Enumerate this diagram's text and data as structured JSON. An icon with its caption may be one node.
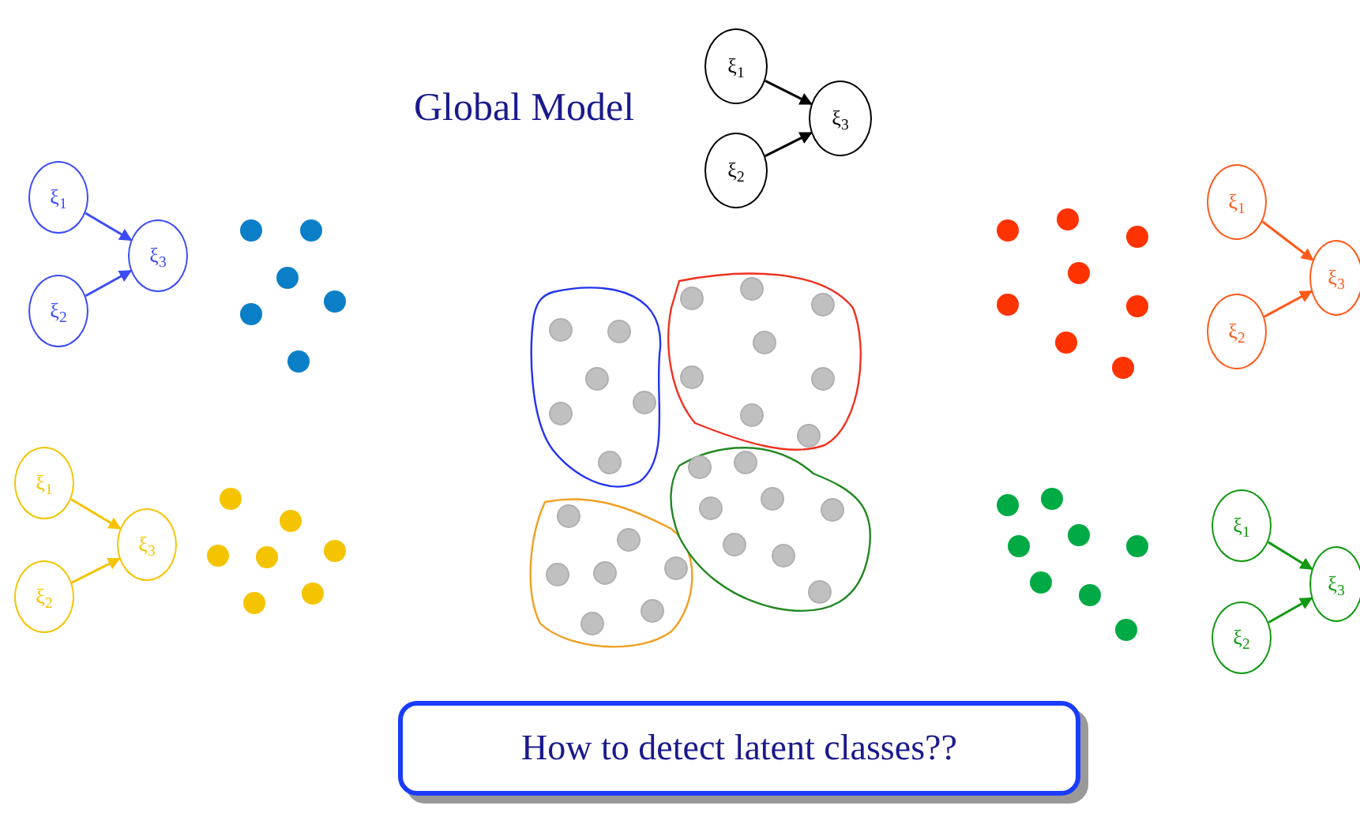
{
  "diagram": {
    "nodes": [
      {
        "text": [
          "ξ$_{1}$"
        ]
      },
      {
        "text": [
          "ξ$_{2}$"
        ]
      },
      {
        "text": [
          "ξ$_{3}$"
        ]
      },
      {
        "text": [
          "ξ$_{1}$"
        ]
      },
      {
        "text": [
          "ξ$_{2}$"
        ]
      },
      {
        "text": [
          "ξ$_{3}$"
        ]
      },
      {
        "text": [
          "ξ$_{1}$"
        ]
      },
      {
        "text": [
          "ξ$_{2}$"
        ]
      },
      {
        "text": [
          "ξ$_{3}$"
        ]
      },
      {
        "text": [
          "ξ$_{1}$"
        ]
      },
      {
        "text": [
          "ξ$_{2}$"
        ]
      },
      {
        "text": [
          "ξ$_{3}$"
        ]
      },
      {
        "text": [
          "ξ$_{1}$"
        ]
      },
      {
        "text": [
          "ξ$_{2}$"
        ]
      },
      {
        "text": [
          "ξ$_{3}$"
        ]
      },
      {
        "text": [
          "How to detect latent classes??"
        ]
      }
    ],
    "edges": [
      {
        "from": 0,
        "to": 2,
        "arrow": "to"
      },
      {
        "from": 1,
        "to": 2,
        "arrow": "to"
      },
      {
        "from": 3,
        "to": 5,
        "arrow": "to",
        "color": "#3b4cf5"
      },
      {
        "from": 4,
        "to": 5,
        "arrow": "to",
        "color": "#3b4cf5"
      },
      {
        "from": 6,
        "to": 8,
        "arrow": "to",
        "color": "#ff5a1a"
      },
      {
        "from": 7,
        "to": 8,
        "arrow": "to",
        "color": "#ff5a1a"
      },
      {
        "from": 9,
        "to": 11,
        "arrow": "to",
        "color": "#f5c400"
      },
      {
        "from": 10,
        "to": 11,
        "arrow": "to",
        "color": "#f5c400"
      },
      {
        "from": 12,
        "to": 14,
        "arrow": "to",
        "color": "#119911"
      },
      {
        "from": 13,
        "to": 14,
        "arrow": "to",
        "color": "#119911"
      }
    ],
    "labels": [
      "Global Model"
    ]
  }
}
